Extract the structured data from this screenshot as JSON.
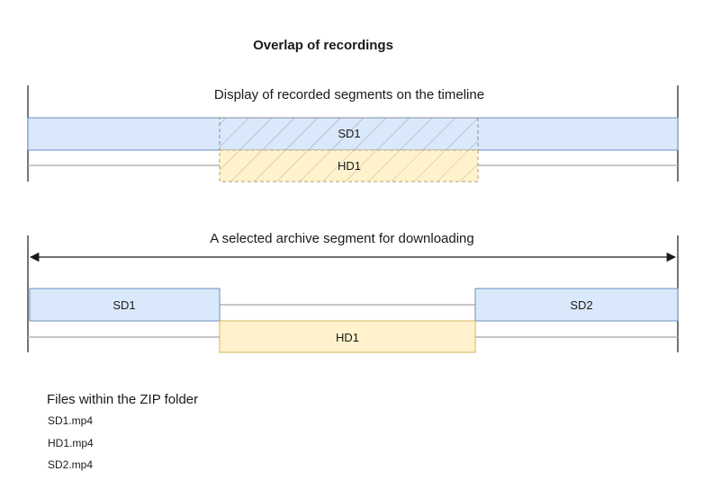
{
  "title": "Overlap of recordings",
  "section1": {
    "caption": "Display of recorded segments on the timeline",
    "sd_label": "SD1",
    "hd_label": "HD1"
  },
  "section2": {
    "caption": "A selected archive segment for downloading",
    "sd1_label": "SD1",
    "sd2_label": "SD2",
    "hd_label": "HD1"
  },
  "files": {
    "heading": "Files within the ZIP folder",
    "items": [
      "SD1.mp4",
      "HD1.mp4",
      "SD2.mp4"
    ]
  },
  "colors": {
    "sd_fill": "#dae8fc",
    "sd_stroke": "#6c8ebf",
    "hd_fill": "#fff2cc",
    "hd_stroke": "#d6b656",
    "line": "#1a1a1a",
    "track": "#b3b3b3"
  }
}
